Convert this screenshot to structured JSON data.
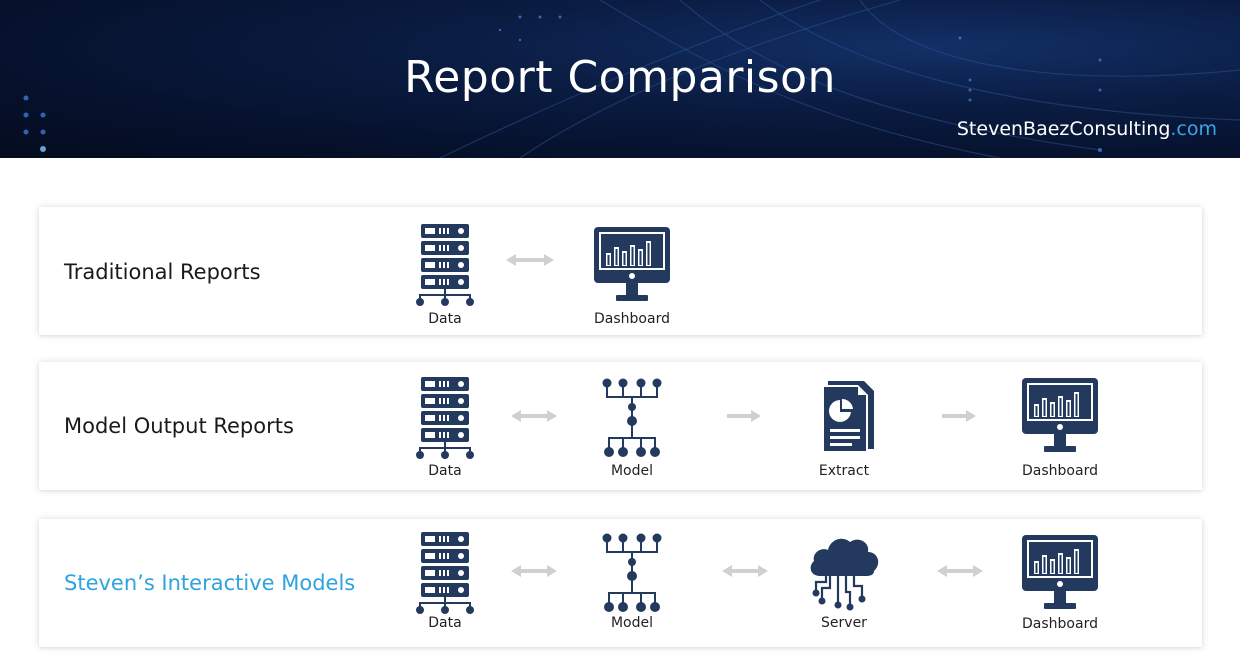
{
  "header": {
    "title": "Report Comparison",
    "brand_name": "StevenBaezConsulting",
    "brand_tld": ".com"
  },
  "colors": {
    "icon": "#233a5e",
    "arrow": "#d0d0d0",
    "accent": "#2ea3dd",
    "banner": "#06122e"
  },
  "rows": [
    {
      "label": "Traditional Reports",
      "nodes": [
        {
          "label": "Data",
          "icon": "server-rack-icon"
        },
        {
          "label": "Dashboard",
          "icon": "monitor-chart-icon"
        }
      ],
      "connectors": [
        "double-arrow"
      ]
    },
    {
      "label": "Model Output Reports",
      "nodes": [
        {
          "label": "Data",
          "icon": "server-rack-icon"
        },
        {
          "label": "Model",
          "icon": "hierarchy-icon"
        },
        {
          "label": "Extract",
          "icon": "document-chart-icon"
        },
        {
          "label": "Dashboard",
          "icon": "monitor-chart-icon"
        }
      ],
      "connectors": [
        "double-arrow",
        "right-arrow",
        "right-arrow"
      ]
    },
    {
      "label": "Steven’s Interactive Models",
      "nodes": [
        {
          "label": "Data",
          "icon": "server-rack-icon"
        },
        {
          "label": "Model",
          "icon": "hierarchy-icon"
        },
        {
          "label": "Server",
          "icon": "cloud-network-icon"
        },
        {
          "label": "Dashboard",
          "icon": "monitor-chart-icon"
        }
      ],
      "connectors": [
        "double-arrow",
        "double-arrow",
        "double-arrow"
      ]
    }
  ]
}
